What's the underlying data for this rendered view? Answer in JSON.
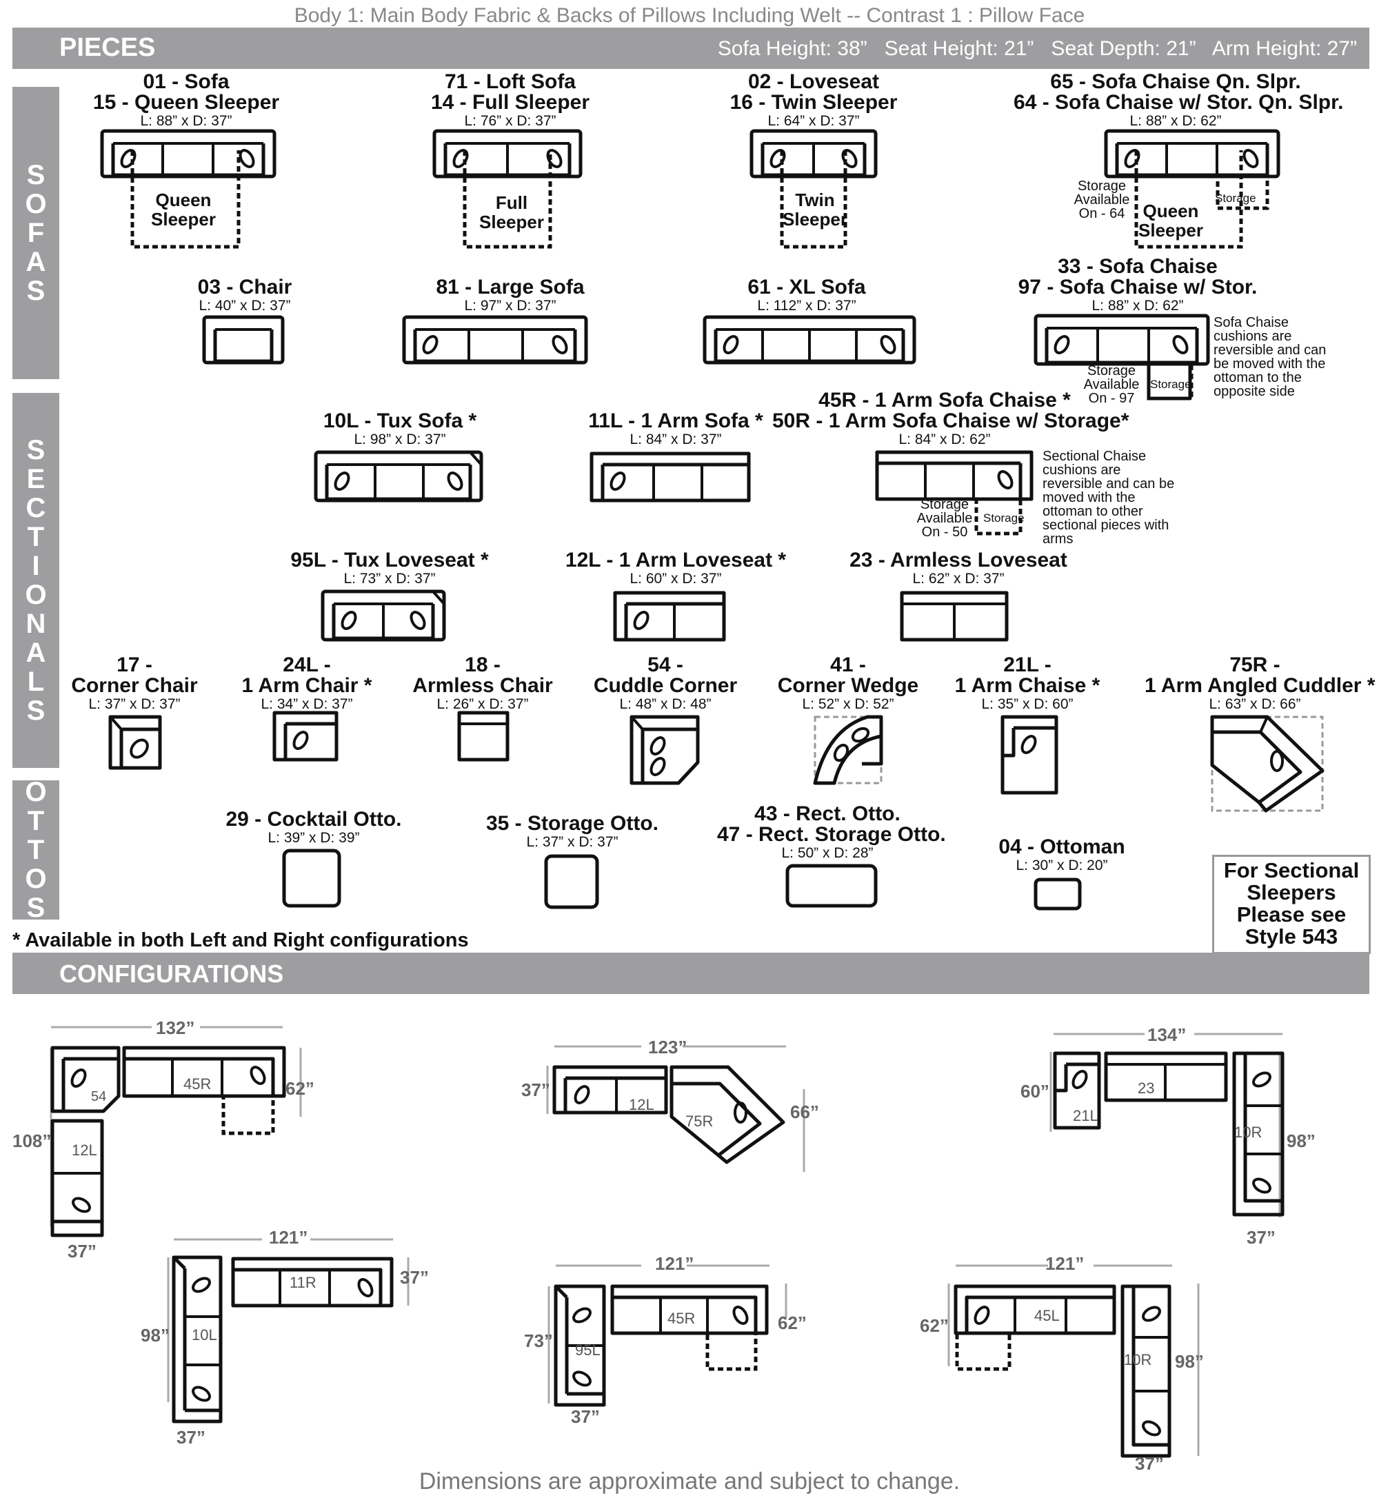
{
  "top_note": "Body 1: Main Body Fabric & Backs of Pillows Including Welt --  Contrast 1 : Pillow Face",
  "pieces_header": {
    "title": "PIECES",
    "specs": "Sofa Height: 38”   Seat Height: 21”   Seat Depth: 21”   Arm Height: 27”"
  },
  "side_labels": {
    "sofas": [
      "S",
      "O",
      "F",
      "A",
      "S"
    ],
    "sectionals": [
      "S",
      "E",
      "C",
      "T",
      "I",
      "O",
      "N",
      "A",
      "L",
      "S"
    ],
    "ottos": [
      "O",
      "T",
      "T",
      "O",
      "S"
    ]
  },
  "pieces": {
    "p01": {
      "l1": "01 - Sofa",
      "l2": "15 - Queen Sleeper",
      "dims": "L: 88” x D: 37”",
      "inner1": "Queen",
      "inner2": "Sleeper"
    },
    "p71": {
      "l1": "71 - Loft Sofa",
      "l2": "14 - Full Sleeper",
      "dims": "L: 76” x D: 37”",
      "inner1": "Full",
      "inner2": "Sleeper"
    },
    "p02": {
      "l1": "02 - Loveseat",
      "l2": "16 - Twin Sleeper",
      "dims": "L: 64” x D: 37”",
      "inner1": "Twin",
      "inner2": "Sleeper"
    },
    "p65": {
      "l1": "65 - Sofa Chaise Qn. Slpr.",
      "l2": "64 - Sofa Chaise w/ Stor. Qn. Slpr.",
      "dims": "L: 88” x D: 62”",
      "inner1": "Queen",
      "inner2": "Sleeper",
      "storage": "Storage",
      "avail": [
        "Storage",
        "Available",
        "On - 64"
      ]
    },
    "p03": {
      "l1": "03 - Chair",
      "dims": "L: 40” x D: 37”"
    },
    "p81": {
      "l1": "81 - Large Sofa",
      "dims": "L: 97” x D: 37”"
    },
    "p61": {
      "l1": "61 - XL Sofa",
      "dims": "L: 112” x D: 37”"
    },
    "p33": {
      "l1": "33 - Sofa Chaise",
      "l2": "97 - Sofa Chaise w/ Stor.",
      "dims": "L: 88” x D: 62”",
      "storage": "Storage",
      "avail": [
        "Storage",
        "Available",
        "On - 97"
      ],
      "note": [
        "Sofa Chaise",
        "cushions are",
        "reversible and can",
        "be moved with the",
        "ottoman to the",
        "opposite side"
      ]
    },
    "p10": {
      "l1": "10L - Tux Sofa *",
      "dims": "L: 98” x D: 37”"
    },
    "p11": {
      "l1": "11L - 1 Arm Sofa *",
      "dims": "L: 84” x D: 37”"
    },
    "p45": {
      "l1": "45R - 1 Arm Sofa Chaise *",
      "l2": "50R - 1 Arm Sofa Chaise w/ Storage*",
      "dims": "L: 84” x D: 62”",
      "storage": "Storage",
      "avail": [
        "Storage",
        "Available",
        "On - 50"
      ],
      "note": [
        "Sectional Chaise",
        "cushions are",
        "reversible and can be",
        "moved with the",
        "ottoman to other",
        "sectional pieces with",
        "arms"
      ]
    },
    "p95": {
      "l1": "95L - Tux Loveseat *",
      "dims": "L: 73” x D: 37”"
    },
    "p12": {
      "l1": "12L - 1 Arm Loveseat *",
      "dims": "L: 60” x D: 37”"
    },
    "p23": {
      "l1": "23 - Armless Loveseat",
      "dims": "L: 62” x D: 37”"
    },
    "p17": {
      "l1": "17 -",
      "l2": "Corner Chair",
      "dims": "L: 37” x D: 37”"
    },
    "p24": {
      "l1": "24L -",
      "l2": "1 Arm Chair *",
      "dims": "L: 34” x D: 37”"
    },
    "p18": {
      "l1": "18 -",
      "l2": "Armless Chair",
      "dims": "L: 26” x D: 37”"
    },
    "p54": {
      "l1": "54 -",
      "l2": "Cuddle Corner",
      "dims": "L: 48” x D: 48”"
    },
    "p41": {
      "l1": "41 -",
      "l2": "Corner Wedge",
      "dims": "L: 52” x D: 52”"
    },
    "p21": {
      "l1": "21L -",
      "l2": "1 Arm Chaise *",
      "dims": "L: 35” x D: 60”"
    },
    "p75": {
      "l1": "75R -",
      "l2": "1 Arm Angled Cuddler *",
      "dims": "L: 63” x D: 66”"
    },
    "p29": {
      "l1": "29 - Cocktail Otto.",
      "dims": "L: 39” x D: 39”"
    },
    "p35": {
      "l1": "35 - Storage Otto.",
      "dims": "L: 37” x D: 37”"
    },
    "p43": {
      "l1": "43 - Rect. Otto.",
      "l2": "47 - Rect. Storage Otto.",
      "dims": "L: 50” x D: 28”"
    },
    "p04": {
      "l1": "04 - Ottoman",
      "dims": "L: 30” x D: 20”"
    }
  },
  "sleepers_box": [
    "For Sectional",
    "Sleepers",
    "Please see",
    "Style 543"
  ],
  "footnote": "* Available in both Left and Right configurations",
  "configurations_header": "CONFIGURATIONS",
  "configs": {
    "c1": {
      "top": "132”",
      "right": "62”",
      "left": "108”",
      "bottom": "37”",
      "labels": [
        "54",
        "45R",
        "12L"
      ]
    },
    "c2": {
      "top": "123”",
      "left": "37”",
      "right": "66”",
      "labels": [
        "12L",
        "75R"
      ]
    },
    "c3": {
      "top": "134”",
      "left": "60”",
      "right": "98”",
      "bottom": "37”",
      "labels": [
        "21L",
        "23",
        "10R"
      ]
    },
    "c4": {
      "top": "121”",
      "right": "37”",
      "left": "98”",
      "bottom": "37”",
      "labels": [
        "11R",
        "10L"
      ]
    },
    "c5": {
      "top": "121”",
      "right": "62”",
      "left": "73”",
      "bottom": "37”",
      "labels": [
        "45R",
        "95L"
      ]
    },
    "c6": {
      "top": "121”",
      "left": "62”",
      "right": "98”",
      "bottom": "37”",
      "labels": [
        "45L",
        "10R"
      ]
    }
  },
  "bottom_note": "Dimensions are approximate and subject to change."
}
